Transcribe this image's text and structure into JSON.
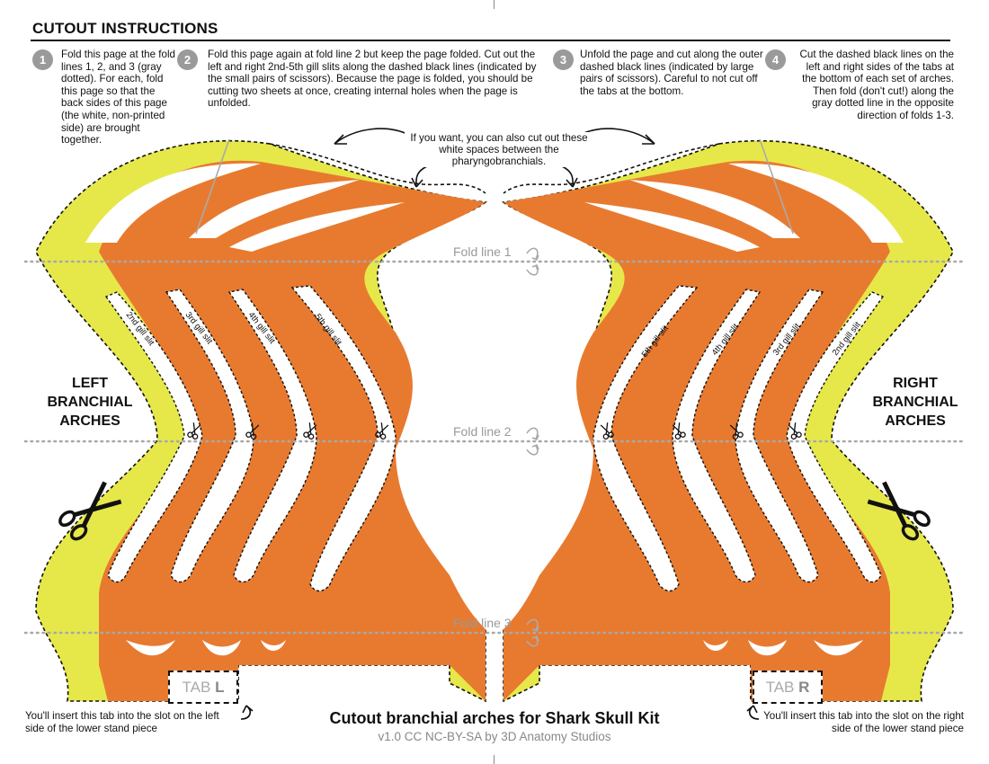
{
  "header": {
    "title": "CUTOUT INSTRUCTIONS"
  },
  "steps": [
    {
      "num": "1",
      "text": "Fold this page at the fold lines 1, 2, and 3 (gray dotted). For each, fold this page so that the back sides of this page (the white, non-printed side) are brought together."
    },
    {
      "num": "2",
      "text": "Fold this page again at fold line 2 but keep the page folded. Cut out the left and right 2nd-5th gill slits along the dashed black lines (indicated by the small pairs of scissors). Because the page is folded, you should be cutting two sheets at once, creating internal holes when the page is unfolded."
    },
    {
      "num": "3",
      "text": "Unfold the page and cut along the outer dashed black lines (indicated by large pairs of scissors). Careful to not cut off the tabs at the bottom."
    },
    {
      "num": "4",
      "text": "Cut the dashed black lines on the left and right sides of the tabs at the bottom of each set of arches. Then fold (don't cut!) along the gray dotted line in the opposite direction of folds 1-3."
    }
  ],
  "note": "If you want, you can also cut out these white spaces between the pharyngobranchials.",
  "fold_lines": [
    "Fold line 1",
    "Fold line 2",
    "Fold line 3"
  ],
  "left_label": "LEFT\nBRANCHIAL\nARCHES",
  "right_label": "RIGHT\nBRANCHIAL\nARCHES",
  "gill_slits": {
    "left": [
      "2nd gill slit",
      "3rd gill slit",
      "4th gill slit",
      "5th gill slit"
    ],
    "right": [
      "5th gill slit",
      "4th gill slit",
      "3rd gill slit",
      "2nd gill slit"
    ]
  },
  "tabs": {
    "left": {
      "word": "TAB",
      "letter": "L"
    },
    "right": {
      "word": "TAB",
      "letter": "R"
    }
  },
  "insert": {
    "left": "You'll insert this tab into the slot on the left side of the lower stand piece",
    "right": "You'll insert this tab into the slot on the right side of the lower stand piece"
  },
  "title": "Cutout branchial arches for Shark Skull Kit",
  "credit": "v1.0 CC NC-BY-SA by 3D Anatomy Studios",
  "colors": {
    "arch": "#E87A2F",
    "cartilage": "#E6E84A",
    "fold": "#9a9a9a",
    "badge": "#9a9a9a"
  },
  "icons": [
    "scissors-icon",
    "fold-arrow-icon",
    "pointer-arrow-icon"
  ]
}
